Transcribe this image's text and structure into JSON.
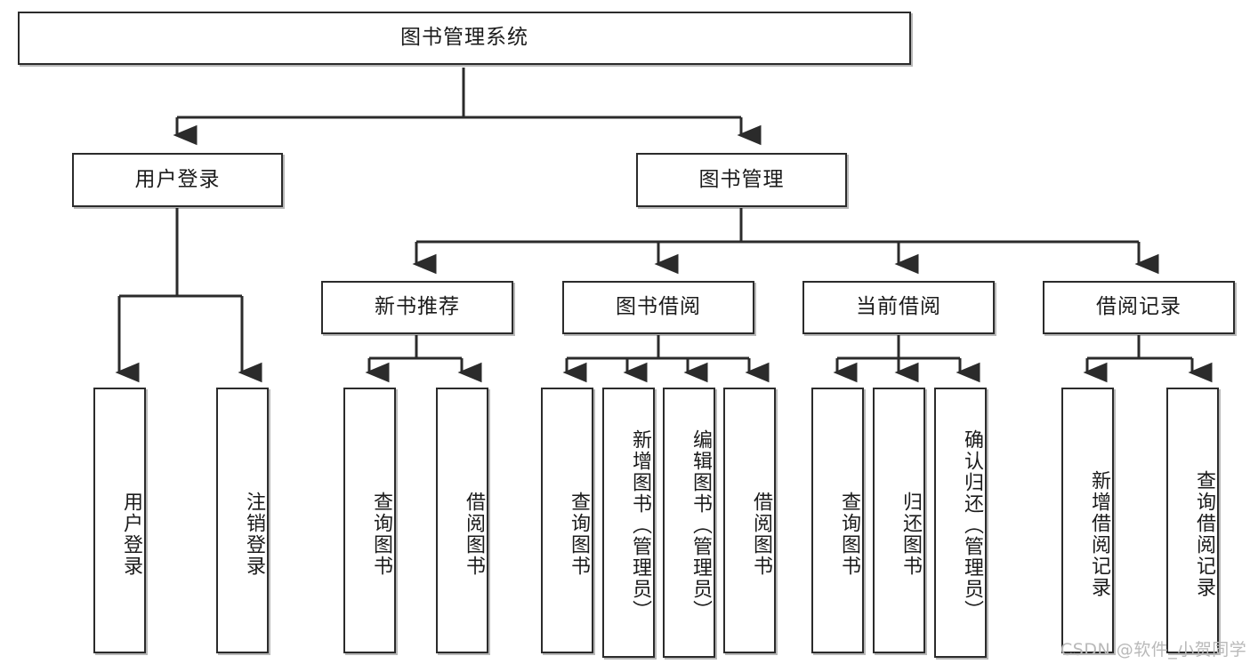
{
  "diagram": {
    "type": "tree",
    "title_node": {
      "label": "图书管理系统"
    },
    "level2": [
      {
        "label": "用户登录"
      },
      {
        "label": "图书管理"
      }
    ],
    "level3": [
      {
        "label": "新书推荐"
      },
      {
        "label": "图书借阅"
      },
      {
        "label": "当前借阅"
      },
      {
        "label": "借阅记录"
      }
    ],
    "leaves": {
      "user_login": [
        {
          "label": "用户登录"
        },
        {
          "label": "注销登录"
        }
      ],
      "new_book_recommend": [
        {
          "label": "查询图书"
        },
        {
          "label": "借阅图书"
        }
      ],
      "book_borrow": [
        {
          "label": "查询图书"
        },
        {
          "label": "新增图书（管理员）"
        },
        {
          "label": "编辑图书（管理员）"
        },
        {
          "label": "借阅图书"
        }
      ],
      "current_borrow": [
        {
          "label": "查询图书"
        },
        {
          "label": "归还图书"
        },
        {
          "label": "确认归还（管理员）"
        }
      ],
      "borrow_record": [
        {
          "label": "新增借阅记录"
        },
        {
          "label": "查询借阅记录"
        }
      ]
    }
  },
  "watermark": {
    "text": "CSDN @软件_小贺同学"
  },
  "colors": {
    "border": "#2b2b2b",
    "background": "#ffffff",
    "text": "#1b1b1b",
    "watermark": "#b9b9b9"
  }
}
